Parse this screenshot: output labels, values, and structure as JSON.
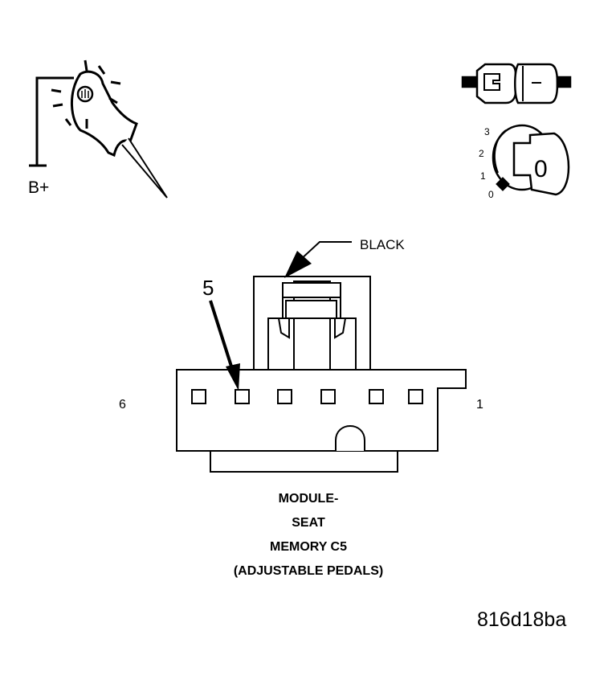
{
  "test_light": {
    "supply_label": "B+"
  },
  "ignition": {
    "positions": [
      "3",
      "2",
      "1",
      "0"
    ],
    "key_position": "0"
  },
  "connector": {
    "color_label": "BLACK",
    "cavity_callout": "5",
    "left_pin": "6",
    "right_pin": "1",
    "caption": [
      "MODULE-",
      "SEAT",
      "MEMORY C5",
      "(ADJUSTABLE PEDALS)"
    ]
  },
  "figure_id": "816d18ba"
}
